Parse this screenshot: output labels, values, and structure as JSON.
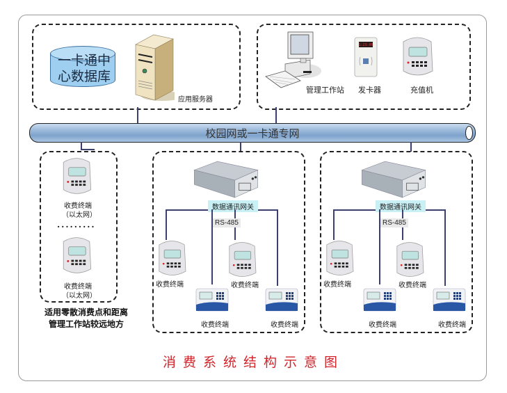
{
  "diagram": {
    "title": "消费系统结构示意图",
    "network_label": "校园网或一卡通专网",
    "center": {
      "database_label": "一卡通中心数据库",
      "database_line1": "一卡通中",
      "database_line2": "心数据库",
      "server_label": "应用服务器"
    },
    "management": {
      "workstation_label": "管理工作站",
      "card_issuer_label": "发卡器",
      "recharge_label": "充值机"
    },
    "ethernet_group": {
      "terminal_label": "收费终端",
      "terminal_sub": "（以太网）",
      "ellipsis": "·········",
      "note_line1": "适用零散消费点和距离",
      "note_line2": "管理工作站较远地方"
    },
    "gateway_groups": [
      {
        "gateway_label": "数据通讯网关",
        "bus_label": "RS-485",
        "terminals": [
          "收费终端",
          "收费终端",
          "收费终端",
          "收费终端"
        ]
      },
      {
        "gateway_label": "数据通讯网关",
        "bus_label": "RS-485",
        "terminals": [
          "收费终端",
          "收费终端",
          "收费终端",
          "收费终端"
        ]
      }
    ]
  }
}
